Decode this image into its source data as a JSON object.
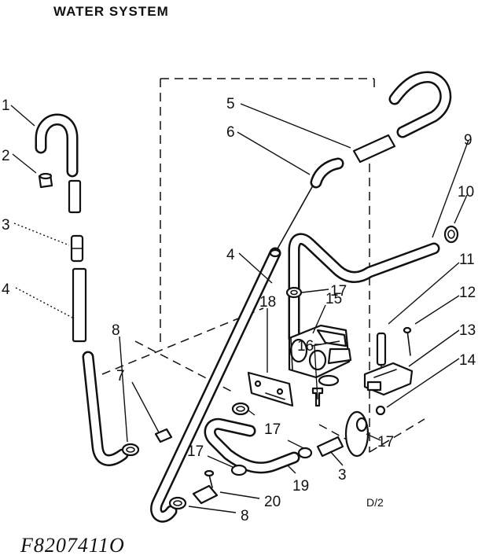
{
  "title": "WATER SYSTEM",
  "page_code": "D/2",
  "figure_number": "F8207411O",
  "callouts": {
    "c1": "1",
    "c2": "2",
    "c3a": "3",
    "c4a": "4",
    "c5": "5",
    "c6": "6",
    "c4b": "4",
    "c9": "9",
    "c10": "10",
    "c11": "11",
    "c12": "12",
    "c13": "13",
    "c14": "14",
    "c15": "15",
    "c18": "18",
    "c17a": "17",
    "c16": "16",
    "c17b": "17",
    "c17c": "17",
    "c7": "7",
    "c8a": "8",
    "c17d": "17",
    "c3b": "3",
    "c19": "19",
    "c20": "20",
    "c8b": "8"
  }
}
